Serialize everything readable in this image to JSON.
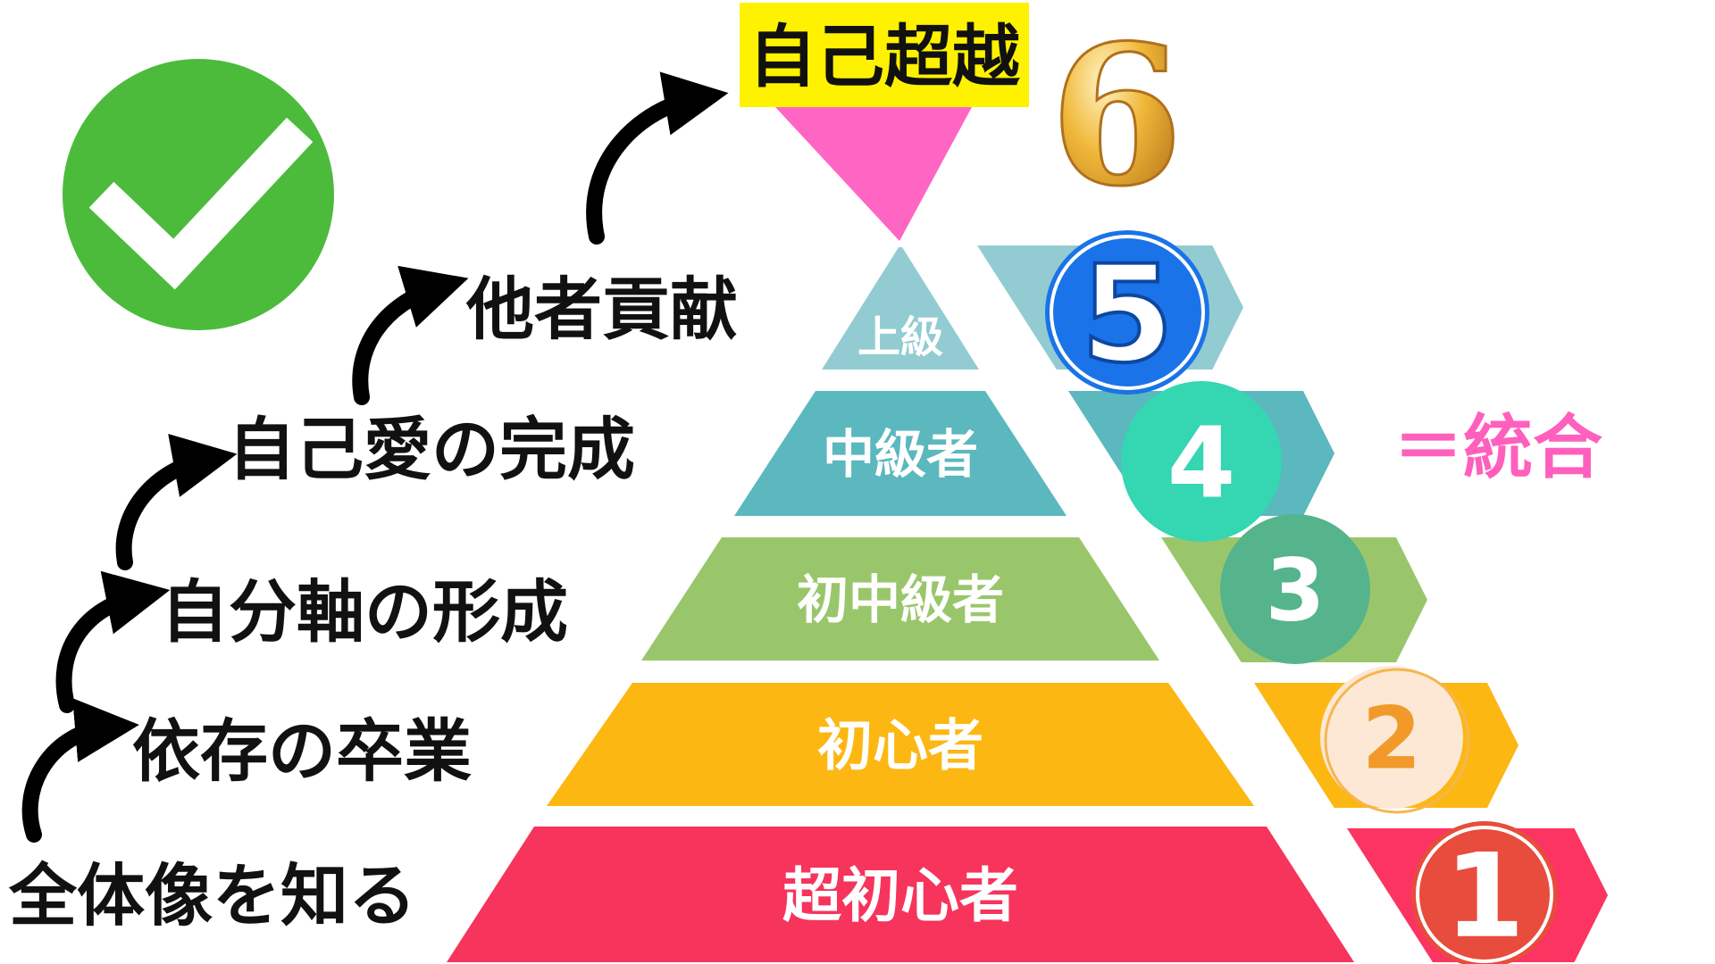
{
  "top": {
    "title": "自己超越",
    "number": "6",
    "highlight": "#fff200"
  },
  "pyramid": [
    {
      "label": "超初心者",
      "color": "#f6345c"
    },
    {
      "label": "初心者",
      "color": "#fcb712"
    },
    {
      "label": "初中級者",
      "color": "#9ac66b"
    },
    {
      "label": "中級者",
      "color": "#5ab8be"
    },
    {
      "label": "上級",
      "color": "#92ccd2"
    }
  ],
  "badges": [
    {
      "number": "1",
      "ribbon": "#fc3461",
      "circle": "#e74c3c",
      "text": "#ffffff"
    },
    {
      "number": "2",
      "ribbon": "#fcb712",
      "circle": "#fde8d6",
      "text": "#f19a2a"
    },
    {
      "number": "3",
      "ribbon": "#9ac66b",
      "circle": "#55b48b",
      "text": "#ffffff"
    },
    {
      "number": "4",
      "ribbon": "#5ab8be",
      "circle": "#35d6b2",
      "text": "#ffffff"
    },
    {
      "number": "5",
      "ribbon": "#92ccd2",
      "circle": "#1a73e8",
      "text": "#ffffff"
    }
  ],
  "steps": [
    "全体像を知る",
    "依存の卒業",
    "自分軸の形成",
    "自己愛の完成",
    "他者貢献"
  ],
  "integration_text": "＝統合",
  "colors": {
    "accent_pink": "#ff5fbd",
    "check_green": "#4cbb3c",
    "gold": "#e8a820"
  },
  "icons": {
    "check": "check-icon",
    "arrow": "curved-arrow-icon"
  }
}
